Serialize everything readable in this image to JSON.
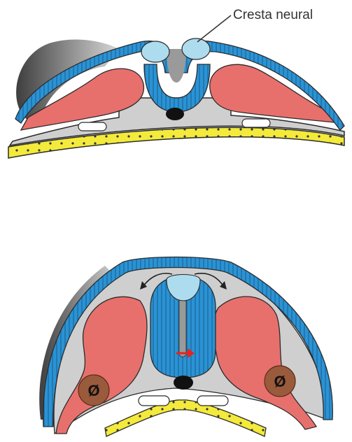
{
  "labels": {
    "neural_crest": "Cresta neural",
    "left_marker": "Ø",
    "right_marker": "Ø"
  },
  "colors": {
    "ectoderm": "#2a93d5",
    "neural_crest": "#aedcef",
    "mesoderm": "#e8706c",
    "mesenchyme": "#cfcfcf",
    "endoderm": "#f3ea3b",
    "notochord": "#111111",
    "arrow": "#e8231f",
    "ganglion": "#9a5a3c",
    "outline": "#2b2b2b"
  }
}
